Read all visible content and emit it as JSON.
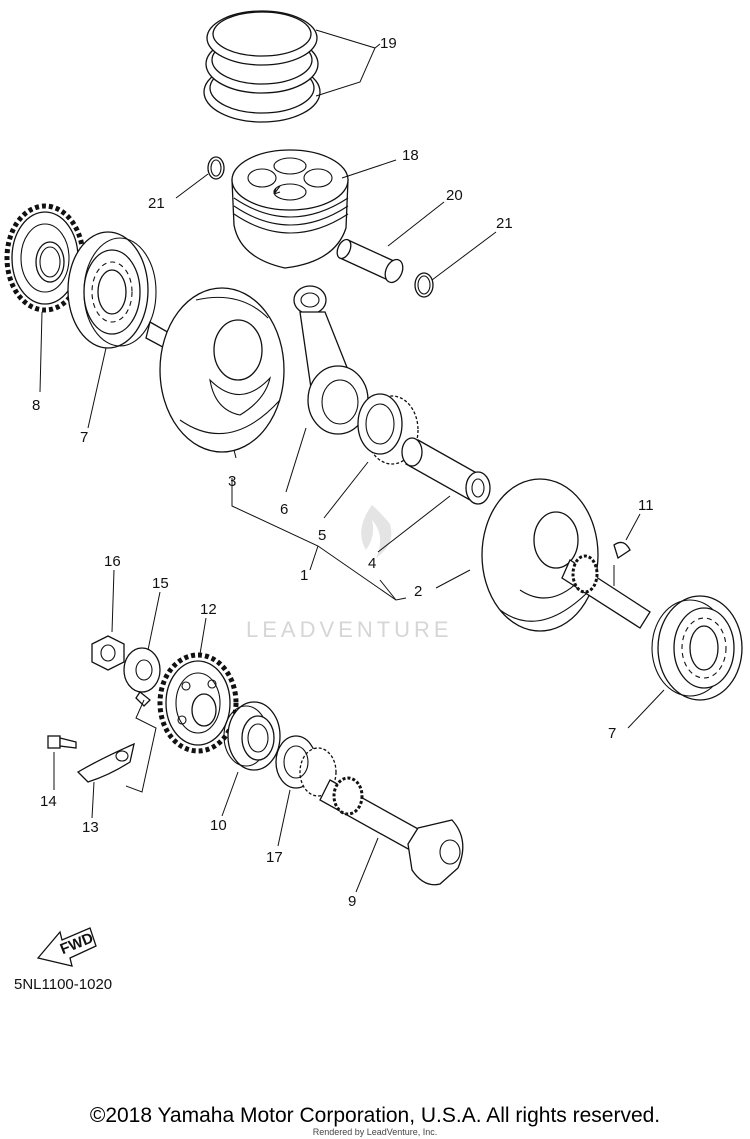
{
  "diagram": {
    "callouts": [
      {
        "id": "1",
        "label": "1"
      },
      {
        "id": "2",
        "label": "2"
      },
      {
        "id": "3",
        "label": "3"
      },
      {
        "id": "4",
        "label": "4"
      },
      {
        "id": "5",
        "label": "5"
      },
      {
        "id": "6",
        "label": "6"
      },
      {
        "id": "7a",
        "label": "7"
      },
      {
        "id": "7b",
        "label": "7"
      },
      {
        "id": "8",
        "label": "8"
      },
      {
        "id": "9",
        "label": "9"
      },
      {
        "id": "10",
        "label": "10"
      },
      {
        "id": "11",
        "label": "11"
      },
      {
        "id": "12",
        "label": "12"
      },
      {
        "id": "13",
        "label": "13"
      },
      {
        "id": "14",
        "label": "14"
      },
      {
        "id": "15",
        "label": "15"
      },
      {
        "id": "16",
        "label": "16"
      },
      {
        "id": "17",
        "label": "17"
      },
      {
        "id": "18",
        "label": "18"
      },
      {
        "id": "19",
        "label": "19"
      },
      {
        "id": "20",
        "label": "20"
      },
      {
        "id": "21a",
        "label": "21"
      },
      {
        "id": "21b",
        "label": "21"
      }
    ],
    "fwd_label": "FWD",
    "watermark": "LEADVENTURE",
    "diagram_code": "5NL1100-1020"
  },
  "footer": {
    "copyright": "©2018 Yamaha Motor Corporation, U.S.A. All rights reserved.",
    "rendered_by": "Rendered by LeadVenture, Inc."
  }
}
